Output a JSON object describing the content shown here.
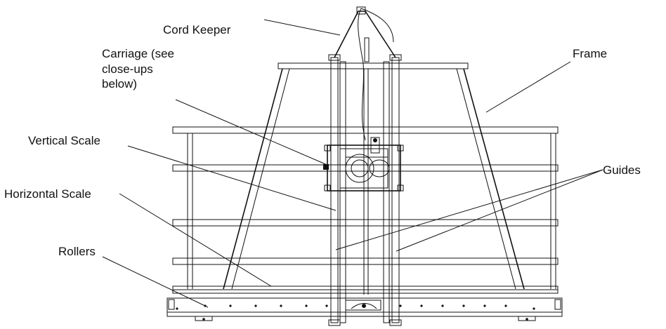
{
  "labels": {
    "cord_keeper": "Cord Keeper",
    "carriage_line1": "Carriage (see",
    "carriage_line2": "close-ups",
    "carriage_line3": "below)",
    "frame": "Frame",
    "vertical_scale": "Vertical Scale",
    "guides": "Guides",
    "horizontal_scale": "Horizontal Scale",
    "rollers": "Rollers"
  },
  "colors": {
    "ink": "#111111",
    "background": "#ffffff"
  }
}
